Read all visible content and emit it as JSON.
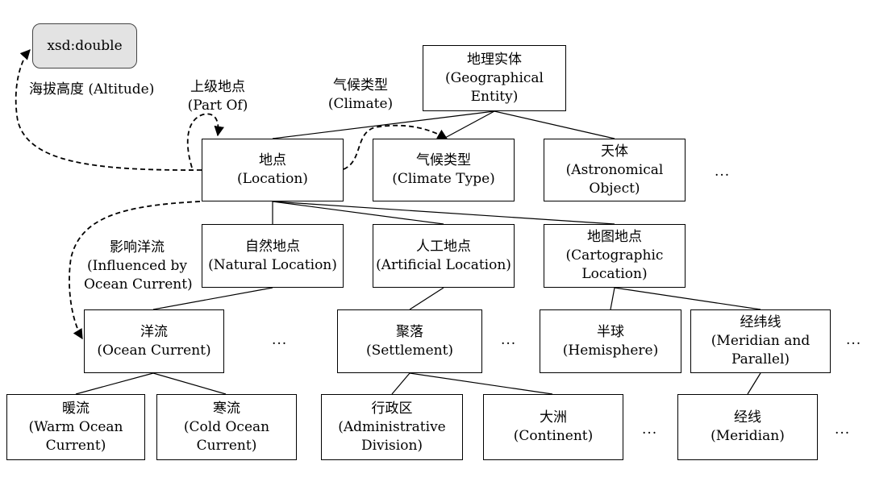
{
  "literal": {
    "text": "xsd:double"
  },
  "nodes": {
    "geo_entity": [
      "地理实体",
      "(Geographical",
      "Entity)"
    ],
    "location": [
      "地点",
      "(Location)"
    ],
    "climate_type": [
      "气候类型",
      "(Climate Type)"
    ],
    "astro": [
      "天体",
      "(Astronomical",
      "Object)"
    ],
    "natural": [
      "自然地点",
      "(Natural Location)"
    ],
    "artificial": [
      "人工地点",
      "(Artificial Location)"
    ],
    "carto": [
      "地图地点",
      "(Cartographic",
      "Location)"
    ],
    "ocean": [
      "洋流",
      "(Ocean Current)"
    ],
    "settlement": [
      "聚落",
      "(Settlement)"
    ],
    "hemisphere": [
      "半球",
      "(Hemisphere)"
    ],
    "meridian_par": [
      "经纬线",
      "(Meridian and",
      "Parallel)"
    ],
    "warm": [
      "暖流",
      "(Warm Ocean",
      "Current)"
    ],
    "cold": [
      "寒流",
      "(Cold Ocean",
      "Current)"
    ],
    "admin": [
      "行政区",
      "(Administrative",
      "Division)"
    ],
    "continent": [
      "大洲",
      "(Continent)"
    ],
    "meridian": [
      "经线",
      "(Meridian)"
    ]
  },
  "relations": {
    "altitude": [
      "海拔高度 (Altitude)"
    ],
    "part_of": [
      "上级地点",
      "(Part Of)"
    ],
    "climate": [
      "气候类型",
      "(Climate)"
    ],
    "influenced": [
      "影响洋流",
      "(Influenced by",
      "Ocean Current)"
    ]
  },
  "ellipsis": "..."
}
